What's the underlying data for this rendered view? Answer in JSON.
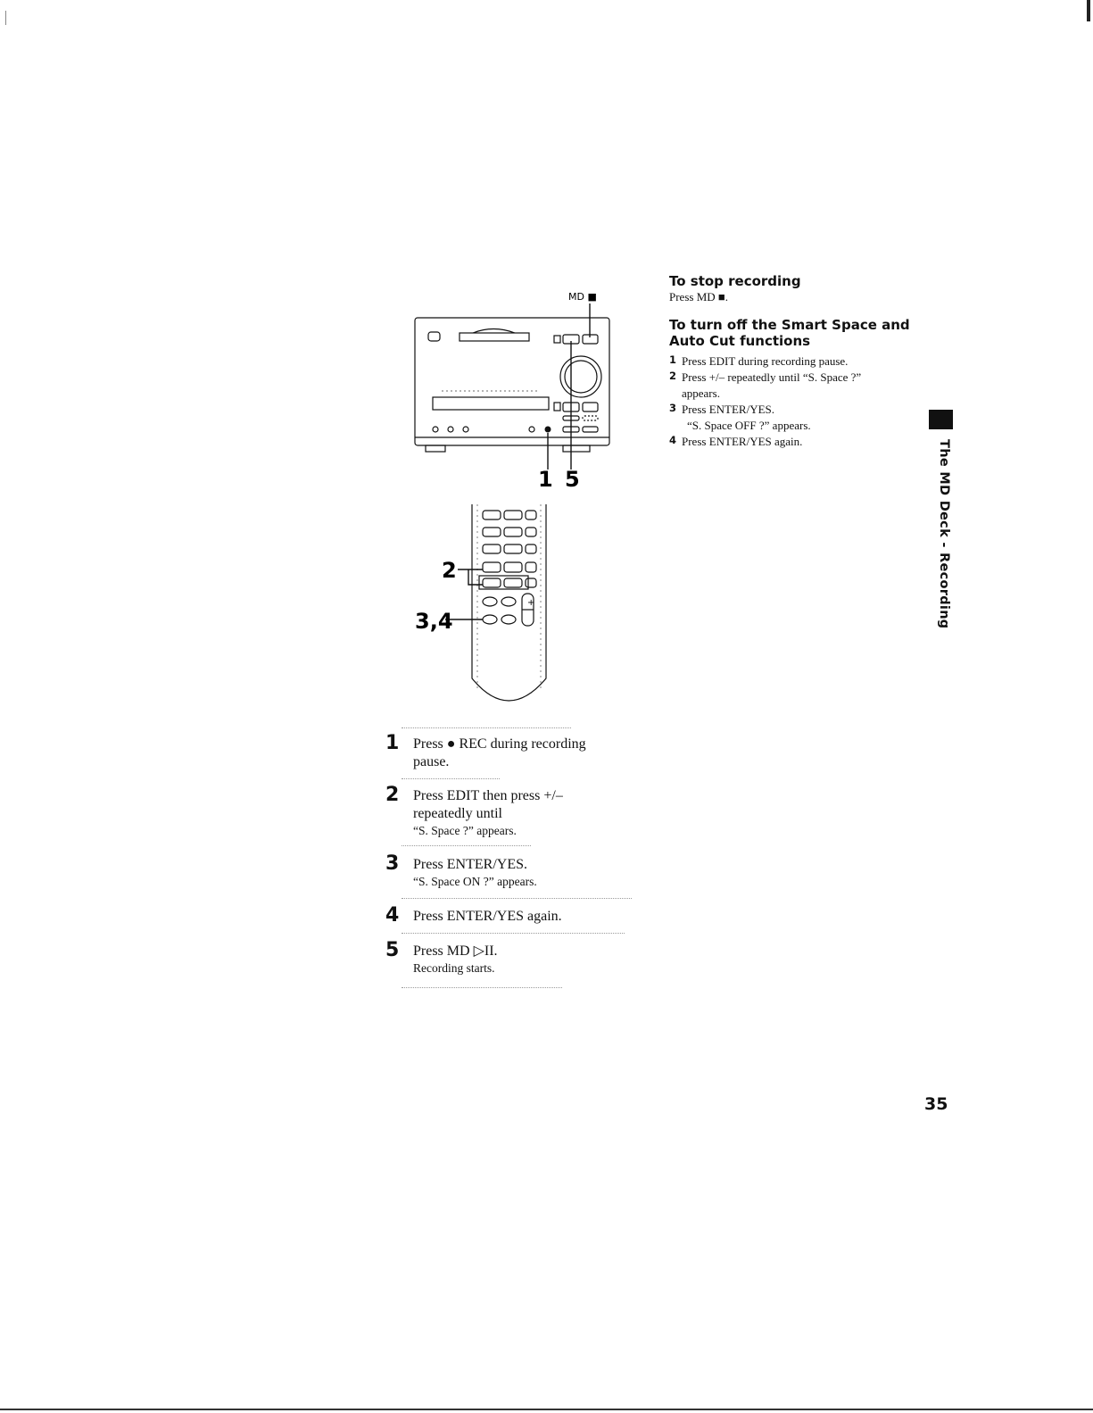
{
  "figure": {
    "md_stop_label": "MD ■",
    "callout_1": "1",
    "callout_5": "5",
    "callout_2": "2",
    "callout_34": "3,4"
  },
  "steps": [
    {
      "num": "1",
      "text": "Press ● REC during recording",
      "text2": "pause."
    },
    {
      "num": "2",
      "text": "Press EDIT then press +/–",
      "text2": "repeatedly until",
      "sub": "“S. Space ?” appears."
    },
    {
      "num": "3",
      "text": "Press ENTER/YES.",
      "sub": "“S. Space ON ?” appears."
    },
    {
      "num": "4",
      "text": "Press ENTER/YES again."
    },
    {
      "num": "5",
      "text": "Press MD ▷II.",
      "sub": "Recording starts."
    }
  ],
  "stop_recording": {
    "heading": "To stop recording",
    "text": "Press MD ■."
  },
  "smart_space_off": {
    "heading_line1": "To turn off the Smart Space and",
    "heading_line2": "Auto Cut functions",
    "items": [
      {
        "num": "1",
        "text": "Press EDIT during recording pause."
      },
      {
        "num": "2",
        "text": "Press +/– repeatedly until “S. Space ?”",
        "text2": "appears."
      },
      {
        "num": "3",
        "text": "Press ENTER/YES.",
        "text2": "“S. Space OFF ?” appears."
      },
      {
        "num": "4",
        "text": "Press ENTER/YES again."
      }
    ]
  },
  "side_label": "The MD Deck - Recording",
  "page_number": "35"
}
